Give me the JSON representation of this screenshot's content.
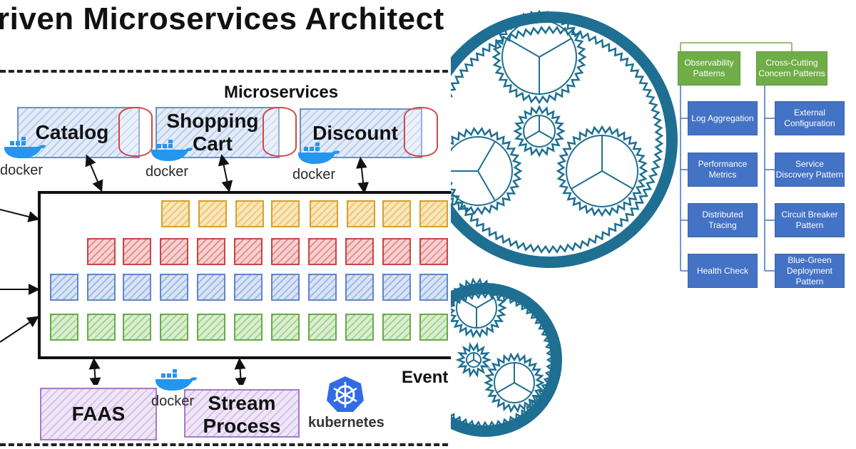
{
  "left": {
    "title": "riven Microservices Architect",
    "microservices_label": "Microservices",
    "services": [
      {
        "name": "Catalog"
      },
      {
        "name": "Shopping Cart"
      },
      {
        "name": "Discount"
      }
    ],
    "docker_word": "docker",
    "bottom_boxes": [
      {
        "name": "FAAS"
      },
      {
        "name": "Stream Process"
      }
    ],
    "event_label": "Event",
    "kubernetes_word": "kubernetes",
    "colors": {
      "orange": "#d9a12a",
      "red": "#c94444",
      "blue": "#5f86c8",
      "green": "#6aaa4a",
      "purple": "#a77ac8",
      "docker_blue": "#2496ed",
      "kubernetes_blue": "#326ce5"
    }
  },
  "gears": {
    "color": "#1e6f92"
  },
  "tree": {
    "heads": [
      {
        "label": "Observability Patterns"
      },
      {
        "label": "Cross-Cutting Concern Patterns"
      }
    ],
    "observability_items": [
      {
        "label": "Log Aggregation"
      },
      {
        "label": "Performance Metrics"
      },
      {
        "label": "Distributed Tracing"
      },
      {
        "label": "Health Check"
      }
    ],
    "cross_cutting_items": [
      {
        "label": "External Configuration"
      },
      {
        "label": "Service Discovery Pattern"
      },
      {
        "label": "Circuit Breaker Pattern"
      },
      {
        "label": "Blue-Green Deployment Pattern"
      }
    ],
    "colors": {
      "head": "#70ad47",
      "item": "#4472c4"
    }
  }
}
